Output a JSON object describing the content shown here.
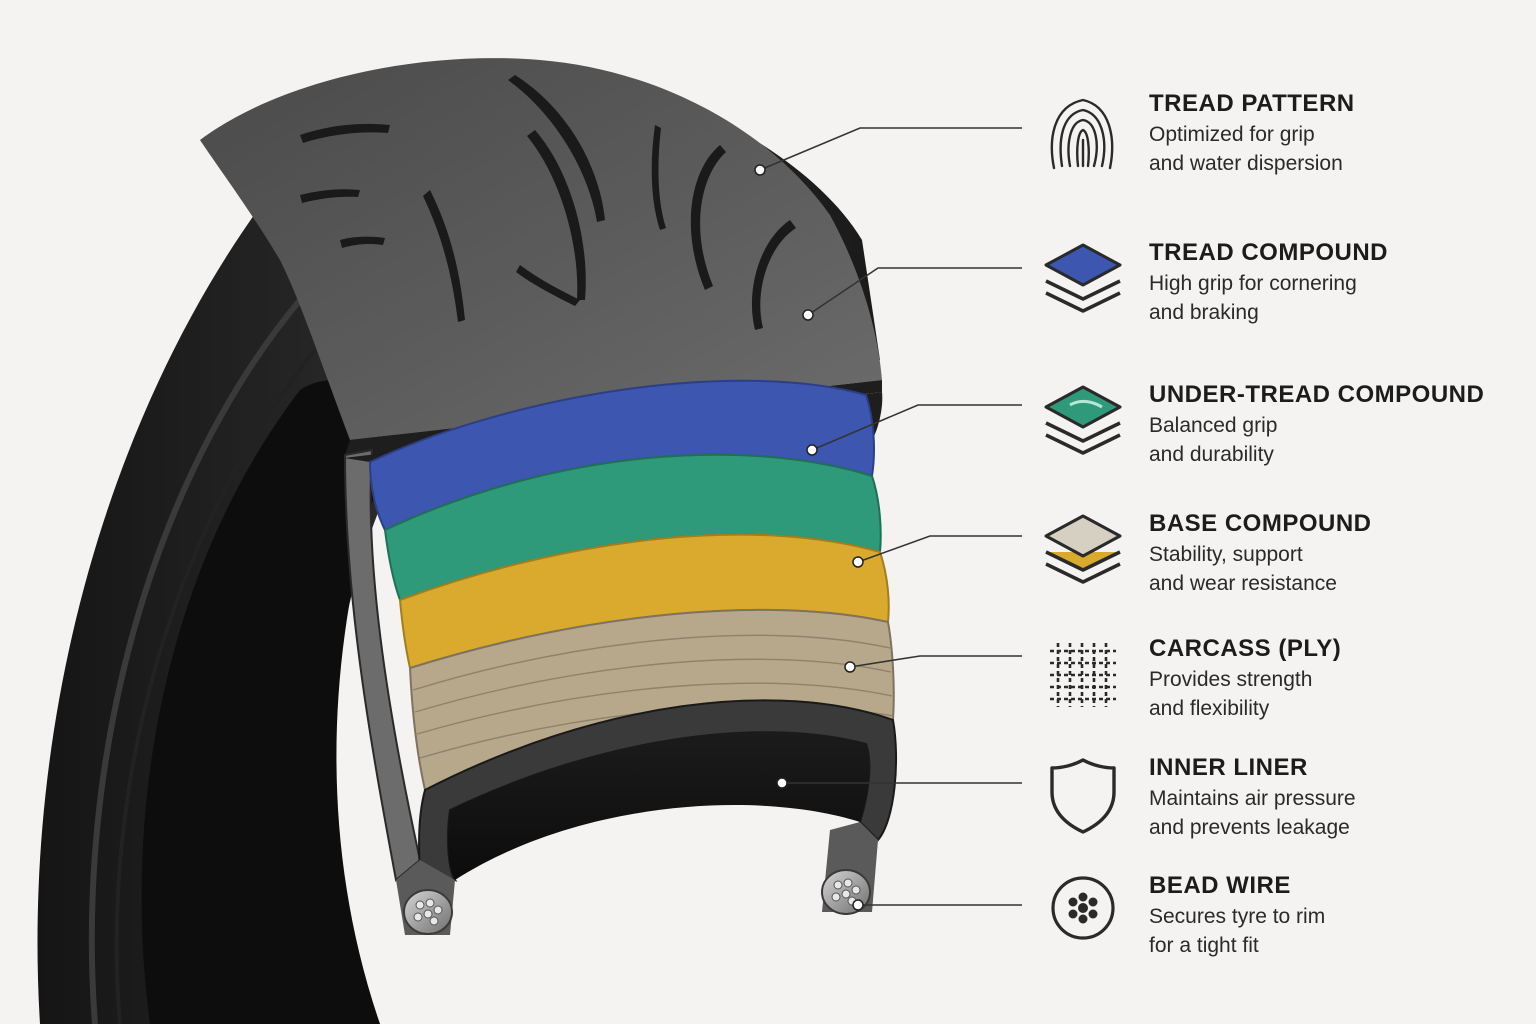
{
  "colors": {
    "background": "#f4f3f1",
    "rubber": "#2b2b2b",
    "tread_compound": "#3d56b0",
    "under_tread_compound": "#2e9a7a",
    "base_compound": "#d9aa2e",
    "carcass": "#b7a88c",
    "inner_liner": "#333333",
    "bead_wire": "#9a9a9a",
    "leader_line": "#333333"
  },
  "legend": [
    {
      "title": "TREAD PATTERN",
      "line1": "Optimized for grip",
      "line2": "and water dispersion",
      "icon": "fingerprint-icon"
    },
    {
      "title": "TREAD COMPOUND",
      "line1": "High grip for cornering",
      "line2": "and braking",
      "icon": "layers-blue-icon"
    },
    {
      "title": "UNDER-TREAD COMPOUND",
      "line1": "Balanced grip",
      "line2": "and durability",
      "icon": "layers-green-icon"
    },
    {
      "title": "BASE COMPOUND",
      "line1": "Stability, support",
      "line2": "and wear resistance",
      "icon": "layers-yellow-icon"
    },
    {
      "title": "CARCASS (PLY)",
      "line1": "Provides strength",
      "line2": "and flexibility",
      "icon": "mesh-icon"
    },
    {
      "title": "INNER LINER",
      "line1": "Maintains air pressure",
      "line2": "and prevents leakage",
      "icon": "shield-icon"
    },
    {
      "title": "BEAD WIRE",
      "line1": "Secures tyre to rim",
      "line2": "for a tight fit",
      "icon": "bead-wire-icon"
    }
  ]
}
